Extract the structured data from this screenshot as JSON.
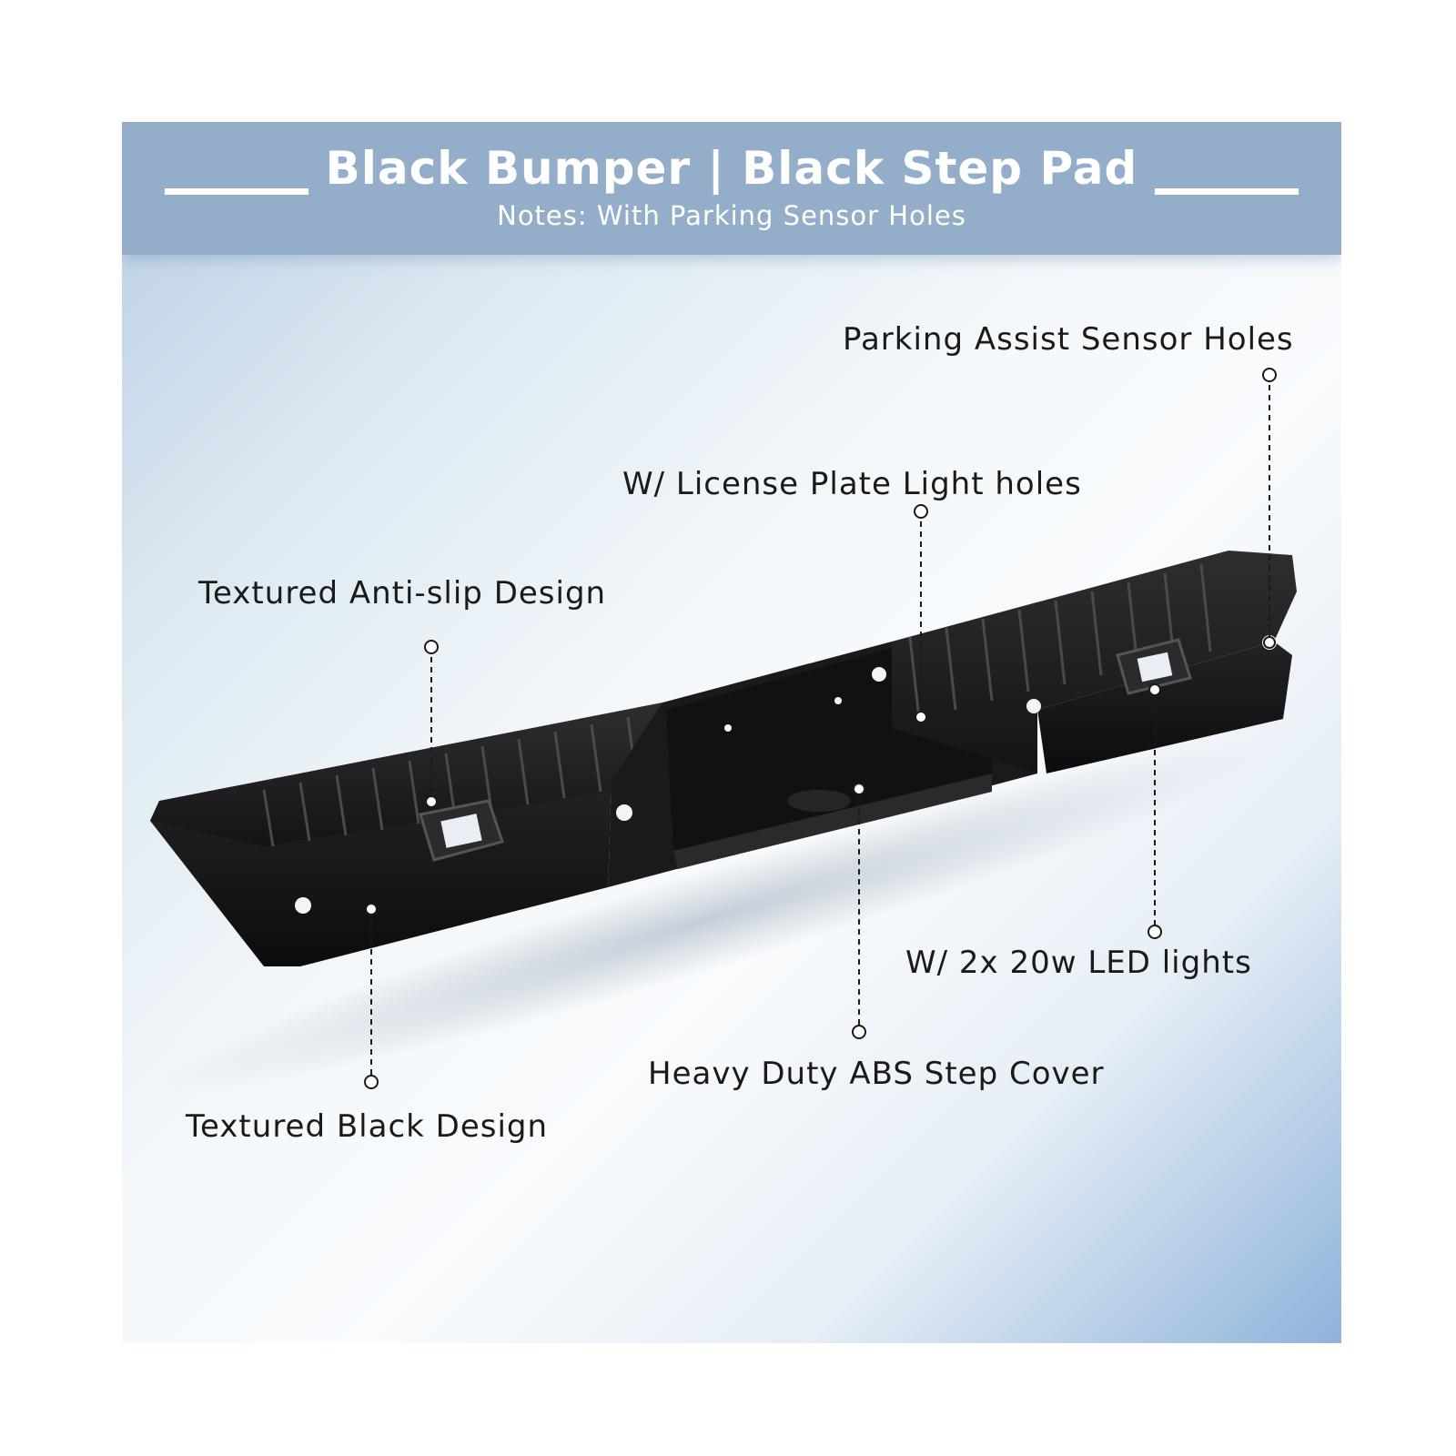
{
  "header": {
    "title": "Black Bumper | Black Step Pad",
    "subtitle": "Notes: With Parking Sensor Holes"
  },
  "callouts": [
    {
      "label": "Parking Assist Sensor Holes"
    },
    {
      "label": "W/ License Plate Light holes"
    },
    {
      "label": "Textured Anti-slip Design"
    },
    {
      "label": "W/ 2x 20w LED lights"
    },
    {
      "label": "Heavy Duty ABS Step Cover"
    },
    {
      "label": "Textured Black Design"
    }
  ],
  "colors": {
    "header_band": "#94adc9",
    "bumper": "#1c1c1e",
    "label_text": "#1a1a1a"
  },
  "product": {
    "name": "rear-step-bumper"
  }
}
